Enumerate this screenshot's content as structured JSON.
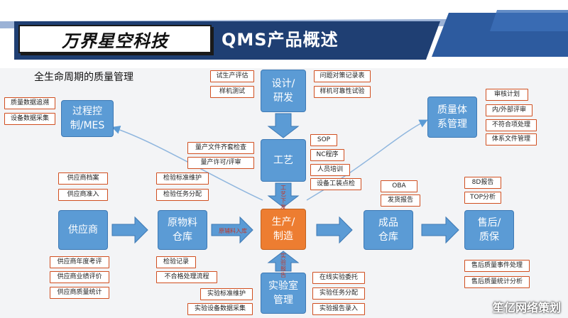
{
  "header": {
    "brand": "万界星空科技",
    "title": "QMS产品概述"
  },
  "subtitle": "全生命周期的质量管理",
  "nodes": {
    "process_mes": [
      "过程控",
      "制/MES"
    ],
    "quality_system": [
      "质量体",
      "系管理"
    ],
    "design_rd": [
      "设计/",
      "研发"
    ],
    "craft": [
      "工艺"
    ],
    "production": [
      "生产/",
      "制造"
    ],
    "supplier": [
      "供应商"
    ],
    "raw_material": [
      "原物料",
      "仓库"
    ],
    "finished_goods": [
      "成品",
      "仓库"
    ],
    "after_sales": [
      "售后/",
      "质保"
    ],
    "lab": [
      "实验室",
      "管理"
    ]
  },
  "tags": {
    "process_mes": [
      "质量数据追溯",
      "设备数据采集"
    ],
    "design_left": [
      "试生产评估",
      "样机测试"
    ],
    "design_right": [
      "问题对策记录表",
      "样机可靠性试验"
    ],
    "quality_system": [
      "审核计划",
      "内/外部评审",
      "不符合项处理",
      "体系文件管理"
    ],
    "craft_left": [
      "量产文件齐套检查",
      "量产许可/评审"
    ],
    "craft_right": [
      "SOP",
      "NC程序",
      "人员培训",
      "设备工装点检"
    ],
    "supplier_top": [
      "供应商档案",
      "供应商准入"
    ],
    "supplier_bottom": [
      "供应商年度考评",
      "供应商业绩评价",
      "供应商质量统计"
    ],
    "raw_top": [
      "检验标准维护",
      "检验任务分配"
    ],
    "raw_bottom": [
      "检验记录",
      "不合格处理流程"
    ],
    "finished_top": [
      "OBA",
      "发货报告"
    ],
    "after_top": [
      "8D报告",
      "TOP分析"
    ],
    "after_bottom": [
      "售后质量事件处理",
      "售后质量统计分析"
    ],
    "lab_left": [
      "实验标准维护",
      "实验设备数据采集"
    ],
    "lab_right": [
      "在线实验委托",
      "实验任务分配",
      "实验报告录入"
    ]
  },
  "arrow_labels": {
    "craft_to_production": "工艺下发",
    "raw_to_production": "原辅料入库",
    "lab_to_production": "实验报告"
  },
  "watermark": "笙亿网络策划",
  "colors": {
    "node_blue": "#5b9bd5",
    "node_orange": "#ed7d31",
    "tag_border": "#d04e1f",
    "banner_navy": "#1f3f73"
  }
}
